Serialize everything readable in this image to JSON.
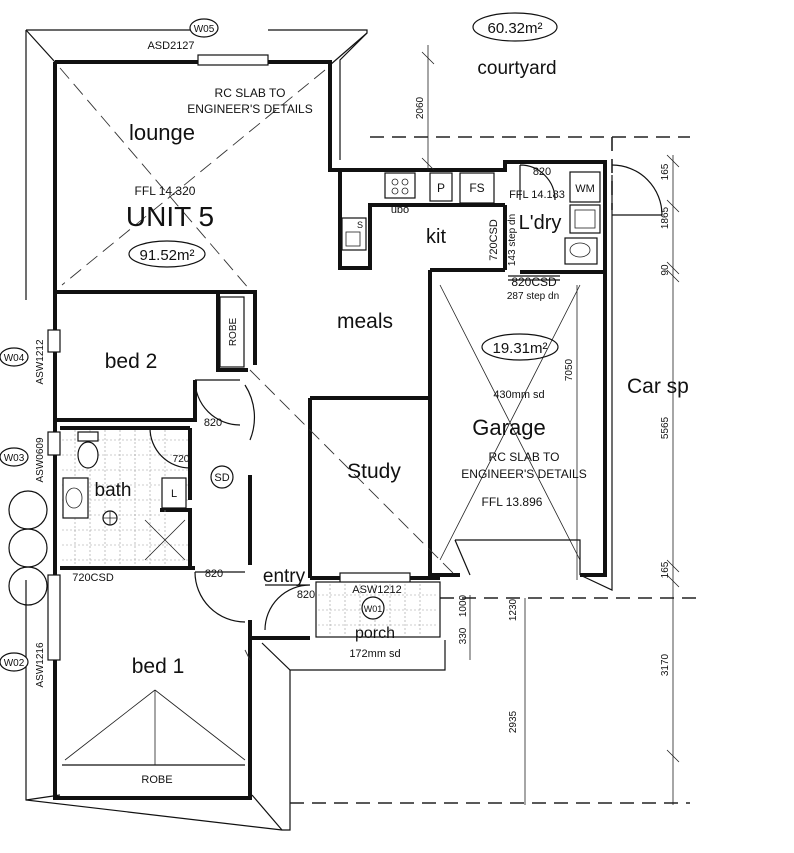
{
  "unit": {
    "name": "UNIT 5",
    "area": "91.52m²"
  },
  "rooms": {
    "lounge": "lounge",
    "kit": "kit",
    "meals": "meals",
    "bed2": "bed 2",
    "bath": "bath",
    "study": "Study",
    "entry": "entry",
    "bed1": "bed 1",
    "garage": "Garage",
    "laundry": "L'dry",
    "porch": "porch",
    "courtyard": "courtyard",
    "carport": "Car sp"
  },
  "areas": {
    "courtyard": "60.32m²",
    "garage": "19.31m²"
  },
  "notes": {
    "slab_line1": "RC SLAB TO",
    "slab_line2": "ENGINEER'S DETAILS",
    "ffl_unit": "FFL 14.320",
    "ffl_garage": "FFL 13.896",
    "ffl_laundry": "FFL 14.183",
    "garage_step": "430mm sd",
    "porch_step": "172mm sd",
    "step_dn_143": "143 step dn",
    "step_dn_287": "287 step dn"
  },
  "fixtures": {
    "robe": "ROBE",
    "pantry": "P",
    "fridge": "FS",
    "wm": "WM",
    "ubo": "ubo",
    "s": "S",
    "linen": "L",
    "smoke": "SD"
  },
  "doors": {
    "d820_laundry": "820",
    "d720csd_kit": "720CSD",
    "d820csd": "820CSD",
    "d820_bed2": "820",
    "d720_bath": "720",
    "d720csd_bath": "720CSD",
    "d820_bed1": "820",
    "d820_entry": "820"
  },
  "windows": {
    "w05": "W05",
    "w05_size": "ASD2127",
    "w04": "W04",
    "w04_size": "ASW1212",
    "w03": "W03",
    "w03_size": "ASW0609",
    "w02": "W02",
    "w02_size": "ASW1216",
    "w01": "W01",
    "w01_size": "ASW1212"
  },
  "dimensions": {
    "d2060": "2060",
    "d165a": "165",
    "d1865": "1865",
    "d90": "90",
    "d5565": "5565",
    "d165b": "165",
    "d7050": "7050",
    "d1000": "1000",
    "d1230": "1230",
    "d330": "330",
    "d2935": "2935",
    "d3170": "3170"
  }
}
